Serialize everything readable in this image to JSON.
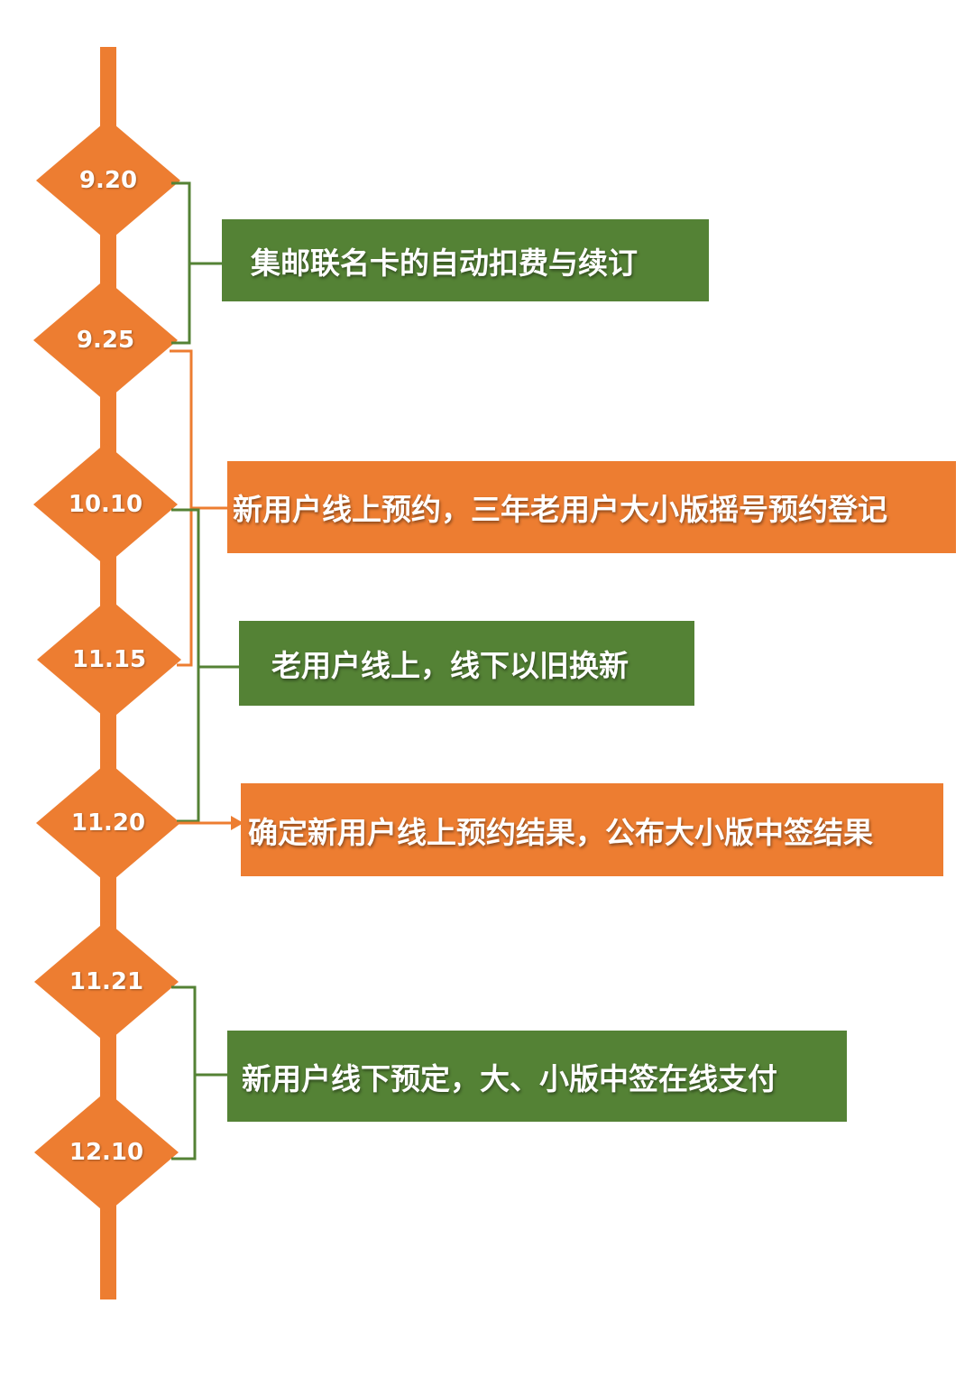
{
  "colors": {
    "timeline_orange": "#ed7d31",
    "green_box": "#548235",
    "orange_box": "#ed7d31",
    "bracket_green": "#548235",
    "bracket_orange": "#ed7d31"
  },
  "dates": [
    "9.20",
    "9.25",
    "10.10",
    "11.15",
    "11.20",
    "11.21",
    "12.10"
  ],
  "events": [
    {
      "text": "集邮联名卡的自动扣费与续订",
      "color": "green",
      "from": "9.20",
      "to": "9.25"
    },
    {
      "text": "新用户线上预约，三年老用户大小版摇号预约登记",
      "color": "orange",
      "from": "9.25",
      "to": "11.15"
    },
    {
      "text": "老用户线上，线下以旧换新",
      "color": "green",
      "from": "10.10",
      "to": "11.20"
    },
    {
      "text": "确定新用户线上预约结果，公布大小版中签结果",
      "color": "orange",
      "from": "11.20",
      "to": "11.20"
    },
    {
      "text": "新用户线下预定，大、小版中签在线支付",
      "color": "green",
      "from": "11.21",
      "to": "12.10"
    }
  ]
}
